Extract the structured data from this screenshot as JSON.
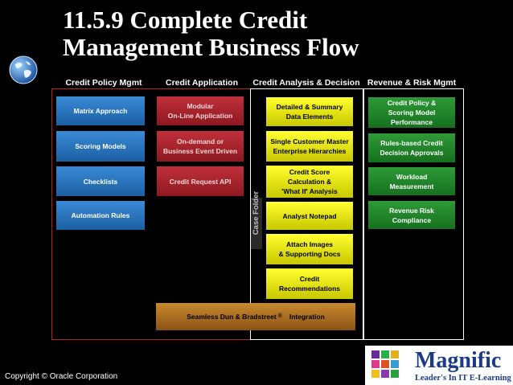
{
  "title": {
    "line1": "11.5.9 Complete Credit",
    "line2": "Management Business Flow"
  },
  "columns": [
    {
      "label": "Credit Policy Mgmt"
    },
    {
      "label": "Credit Application"
    },
    {
      "label": "Credit Analysis & Decision"
    },
    {
      "label": "Revenue & Risk Mgmt"
    }
  ],
  "policy_boxes": [
    {
      "label": "Matrix Approach"
    },
    {
      "label": "Scoring Models"
    },
    {
      "label": "Checklists"
    },
    {
      "label": "Automation Rules"
    }
  ],
  "application_boxes": [
    {
      "label": "Modular\nOn-Line Application"
    },
    {
      "label": "On-demand or\nBusiness Event Driven"
    },
    {
      "label": "Credit Request API"
    }
  ],
  "analysis_boxes": [
    {
      "label": "Detailed & Summary\nData Elements"
    },
    {
      "label": "Single Customer Master\nEnterprise Hierarchies"
    },
    {
      "label": "Credit Score\nCalculation &\n'What If' Analysis"
    },
    {
      "label": "Analyst Notepad"
    },
    {
      "label": "Attach Images\n& Supporting Docs"
    },
    {
      "label": "Credit\nRecommendations"
    }
  ],
  "revenue_boxes": [
    {
      "label": "Credit Policy &\nScoring Model\nPerformance"
    },
    {
      "label": "Rules-based Credit\nDecision Approvals"
    },
    {
      "label": "Workload\nMeasurement"
    },
    {
      "label": "Revenue Risk\nCompliance"
    }
  ],
  "case_folder": "Case Folder",
  "integration": {
    "label": "Seamless Dun & Bradstreet",
    "mark": "®",
    "suffix": "Integration"
  },
  "copyright": "Copyright © Oracle Corporation",
  "logo": {
    "name": "Magnific",
    "tagline": "Leader's In IT E-Learning"
  },
  "colors": {
    "policy": "#2a75c0",
    "application": "#a8222c",
    "analysis": "#f0f000",
    "revenue": "#22852b",
    "integration": "#b0742a"
  }
}
